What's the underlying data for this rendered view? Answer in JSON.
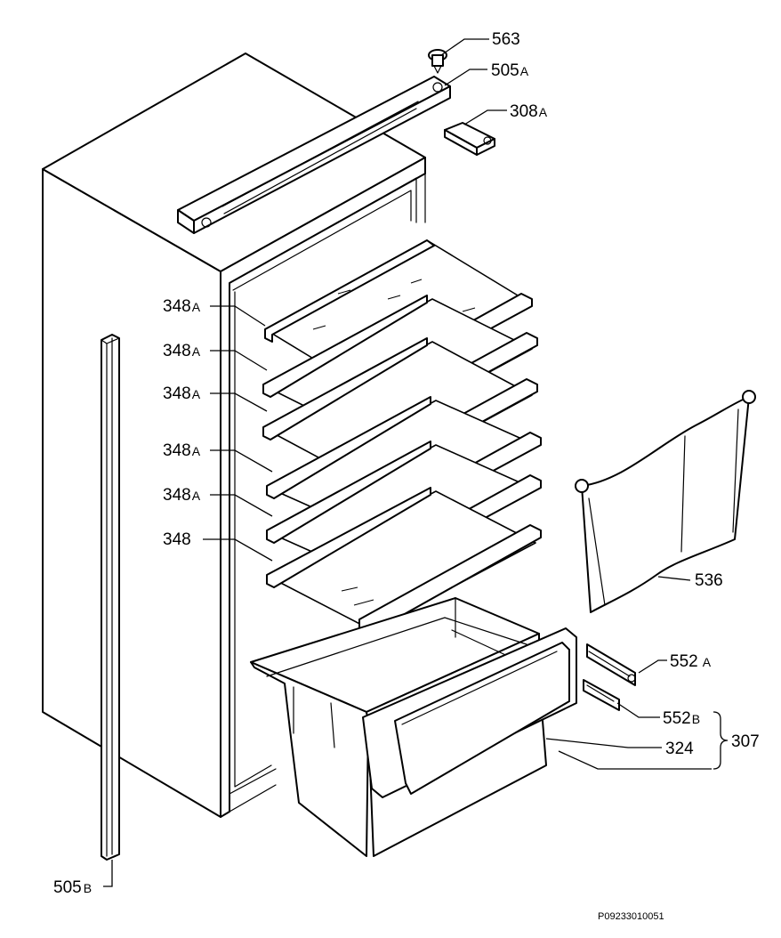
{
  "diagram": {
    "labels": {
      "p563": "563",
      "p505A": "505",
      "p505A_suffix": "A",
      "p308A": "308",
      "p308A_suffix": "A",
      "p348A_1": "348",
      "p348A_1_suffix": "A",
      "p348A_2": "348",
      "p348A_2_suffix": "A",
      "p348A_3": "348",
      "p348A_3_suffix": "A",
      "p348A_4": "348",
      "p348A_4_suffix": "A",
      "p348A_5": "348",
      "p348A_5_suffix": "A",
      "p348": "348",
      "p536": "536",
      "p552A": "552",
      "p552A_suffix": "A",
      "p552B": "552",
      "p552B_suffix": "B",
      "p324": "324",
      "p307": "307",
      "p505B": "505",
      "p505B_suffix": "B"
    },
    "drawing_code": "P09233010051"
  }
}
